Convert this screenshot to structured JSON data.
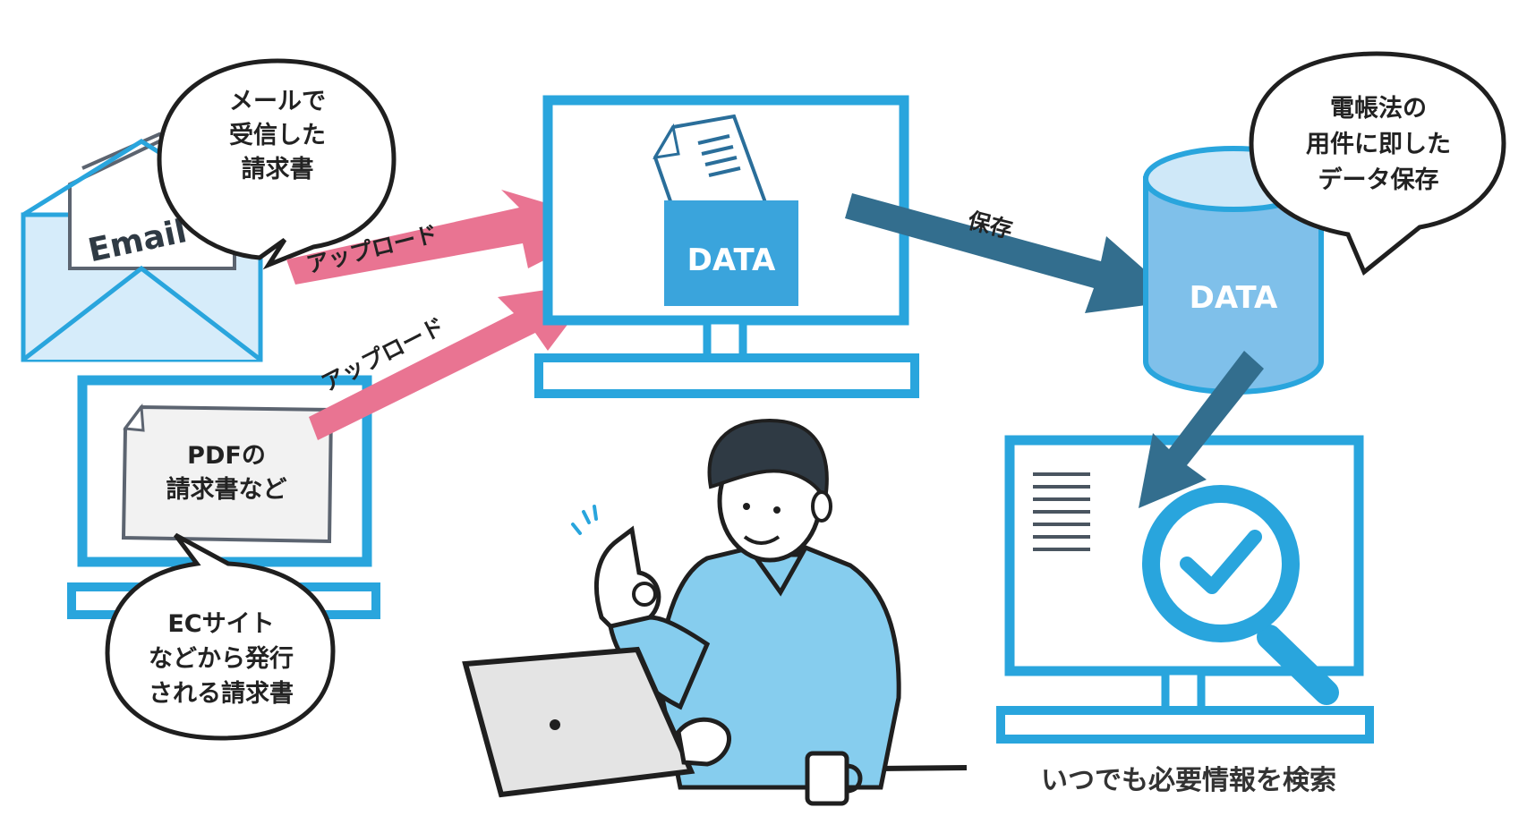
{
  "colors": {
    "monitor_blue": "#29a5dd",
    "light_blue": "#d6ecfa",
    "folder_blue": "#3aa4dc",
    "db_fill": "#7fc0ea",
    "db_top": "#cfe8f8",
    "upload_pink": "#e97492",
    "save_navy": "#336e8e",
    "ink": "#222222"
  },
  "email": {
    "letter_label": "Email",
    "bubble_lines": [
      "メールで",
      "受信した",
      "請求書"
    ]
  },
  "pdf": {
    "doc_lines": [
      "PDFの",
      "請求書など"
    ],
    "bubble_lines": [
      "ECサイト",
      "などから発行",
      "される請求書"
    ]
  },
  "upload_arrows": {
    "top_label": "アップロード",
    "bottom_label": "アップロード"
  },
  "center_monitor": {
    "folder_label": "DATA"
  },
  "save_arrow": {
    "label": "保存"
  },
  "database": {
    "label": "DATA",
    "bubble_lines": [
      "電帳法の",
      "用件に即した",
      "データ保存"
    ]
  },
  "search_monitor": {
    "caption": "いつでも必要情報を検索"
  },
  "icons": {
    "envelope": "envelope-icon",
    "document": "document-icon",
    "folder": "folder-icon",
    "database": "database-icon",
    "magnifier": "magnifier-check-icon",
    "person": "person-with-laptop-illustration"
  }
}
